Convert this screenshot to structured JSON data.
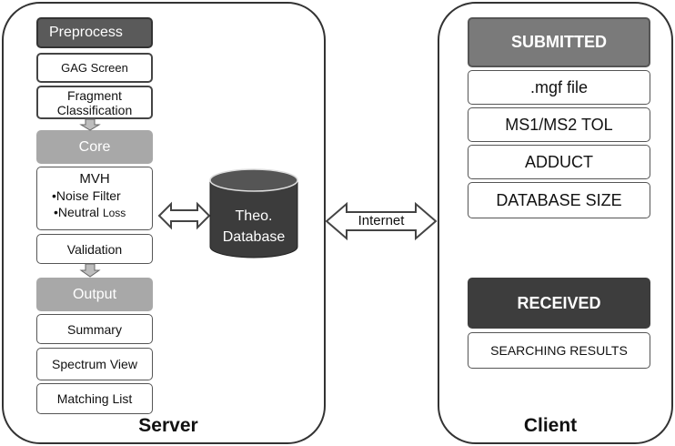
{
  "server": {
    "caption": "Server",
    "preprocess": {
      "header": "Preprocess",
      "gag_screen": "GAG Screen",
      "fragment_line1": "Fragment",
      "fragment_line2": "Classification"
    },
    "core": {
      "header": "Core",
      "mvh": "MVH",
      "noise_filter": "•Noise Filter",
      "neutral": "•Neutral",
      "loss": "Loss",
      "validation": "Validation"
    },
    "output": {
      "header": "Output",
      "summary": "Summary",
      "spectrum_view": "Spectrum View",
      "matching_list": "Matching List"
    }
  },
  "database": {
    "line1": "Theo.",
    "line2": "Database"
  },
  "link": {
    "internet": "Internet"
  },
  "client": {
    "caption": "Client",
    "submitted": {
      "header": "SUBMITTED",
      "items": [
        ".mgf file",
        "MS1/MS2 TOL",
        "ADDUCT",
        "DATABASE SIZE"
      ]
    },
    "received": {
      "header": "RECEIVED",
      "item": "SEARCHING RESULTS"
    }
  },
  "colors": {
    "dark_header": "#4a4a4a",
    "mid_header": "#777777",
    "light_header": "#a8a8a8",
    "cylinder": "#3c3c3c"
  }
}
